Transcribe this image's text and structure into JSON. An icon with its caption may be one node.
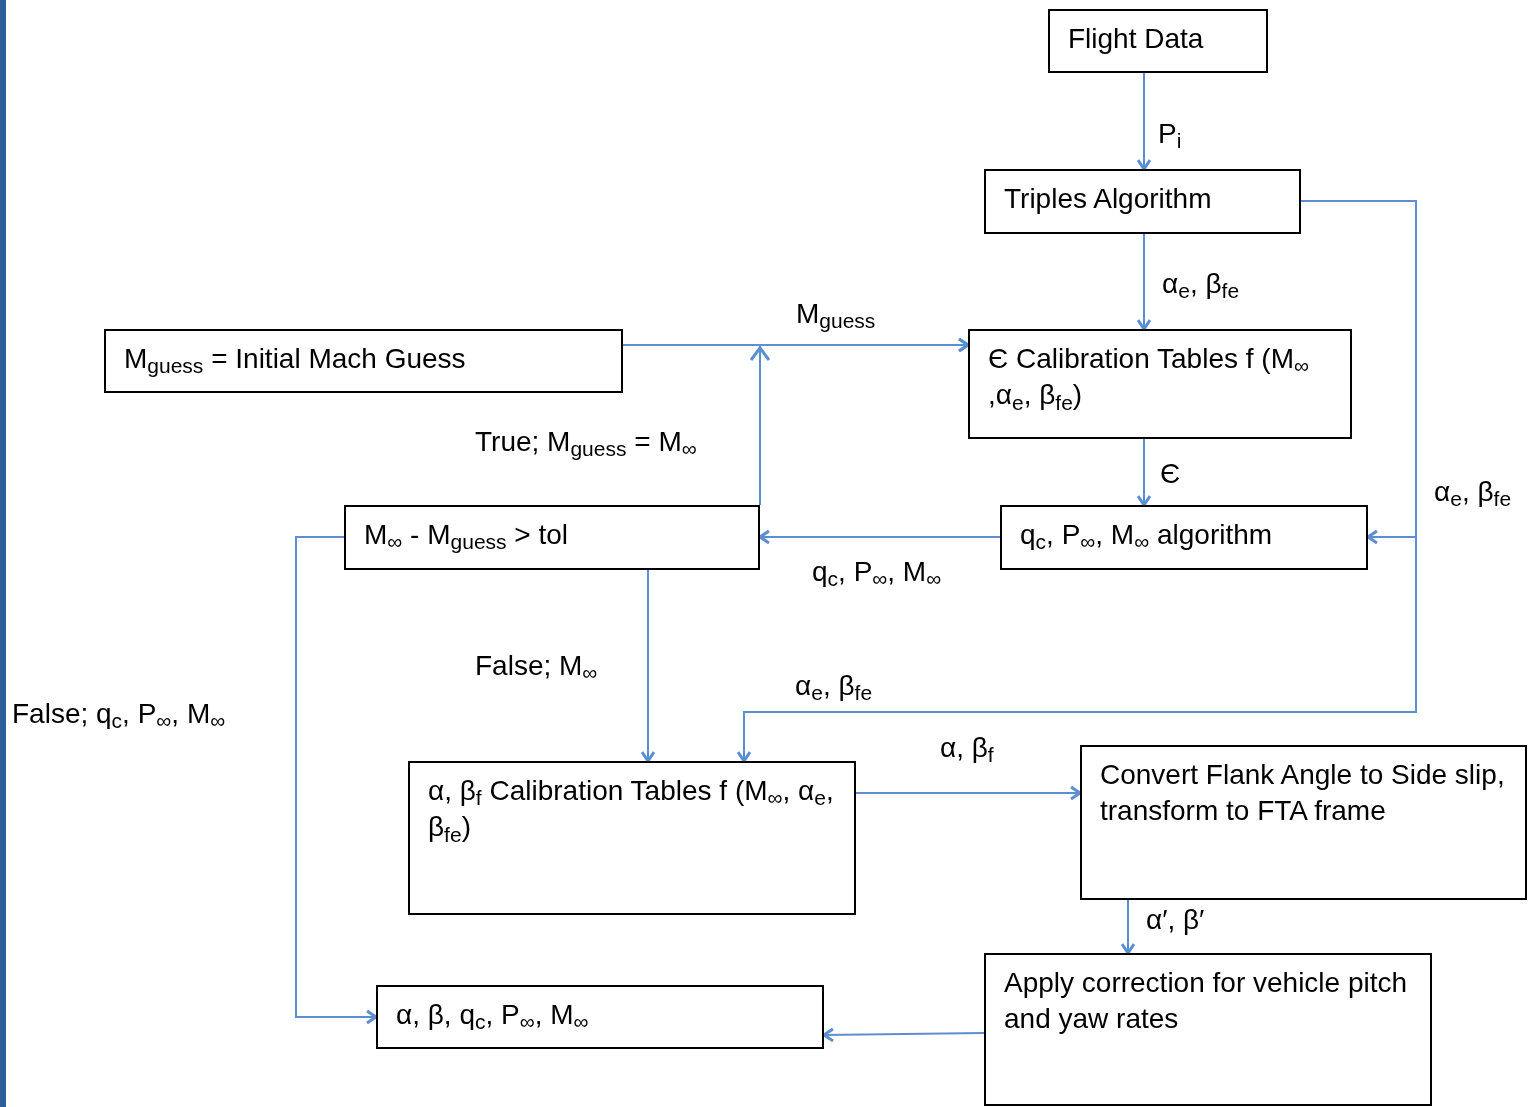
{
  "diagram": {
    "nodes": [
      {
        "text": [
          "Flight Data"
        ]
      },
      {
        "text": [
          "Triples Algorithm"
        ]
      },
      {
        "text": [
          "M$_{guess}$ =  Initial Mach Guess"
        ]
      },
      {
        "text": [
          "Є Calibration Tables f (M$_{∞}$ ,α$_{e}$, β$_{fe}$)"
        ]
      },
      {
        "text": [
          "q$_{c}$, P$_{∞}$, M$_{∞}$ algorithm"
        ]
      },
      {
        "text": [
          "M$_{∞}$ - M$_{guess}$ > tol"
        ]
      },
      {
        "text": [
          "α, β$_{f}$  Calibration Tables f (M$_{∞}$, α$_{e}$, β$_{fe}$)"
        ]
      },
      {
        "text": [
          "Convert Flank Angle to Side slip, transform to FTA frame"
        ]
      },
      {
        "text": [
          "Apply correction for vehicle pitch and yaw rates"
        ]
      },
      {
        "text": [
          "α, β, q$_{c}$, P$_{∞}$, M$_{∞}$"
        ]
      }
    ],
    "edges": [
      {
        "from": 0,
        "to": 1,
        "arrow": "to",
        "label": "P$_{i}$"
      },
      {
        "from": 1,
        "to": 3,
        "arrow": "to",
        "label": "α$_{e}$, β$_{fe}$"
      },
      {
        "from": 1,
        "to": 4,
        "arrow": "to",
        "label": "α$_{e}$, β$_{fe}$"
      },
      {
        "from": 1,
        "to": 6,
        "arrow": "to",
        "label": "α$_{e}$, β$_{fe}$"
      },
      {
        "from": 2,
        "to": 3,
        "arrow": "to",
        "label": "M$_{guess}$"
      },
      {
        "from": 5,
        "to": 3,
        "arrow": "to",
        "label": "True; M$_{guess}$ = M$_{∞}$"
      },
      {
        "from": 3,
        "to": 4,
        "arrow": "to",
        "label": "Є"
      },
      {
        "from": 4,
        "to": 5,
        "arrow": "to",
        "label": "q$_{c}$, P$_{∞}$, M$_{∞}$"
      },
      {
        "from": 5,
        "to": 6,
        "arrow": "to",
        "label": "False;  M$_{∞}$"
      },
      {
        "from": 5,
        "to": 9,
        "arrow": "to",
        "label": "False; q$_{c}$, P$_{∞}$, M$_{∞}$"
      },
      {
        "from": 6,
        "to": 7,
        "arrow": "to",
        "label": "α, β$_{f}$"
      },
      {
        "from": 7,
        "to": 8,
        "arrow": "to",
        "label": "α′, β′"
      },
      {
        "from": 8,
        "to": 9,
        "arrow": "to"
      }
    ]
  }
}
